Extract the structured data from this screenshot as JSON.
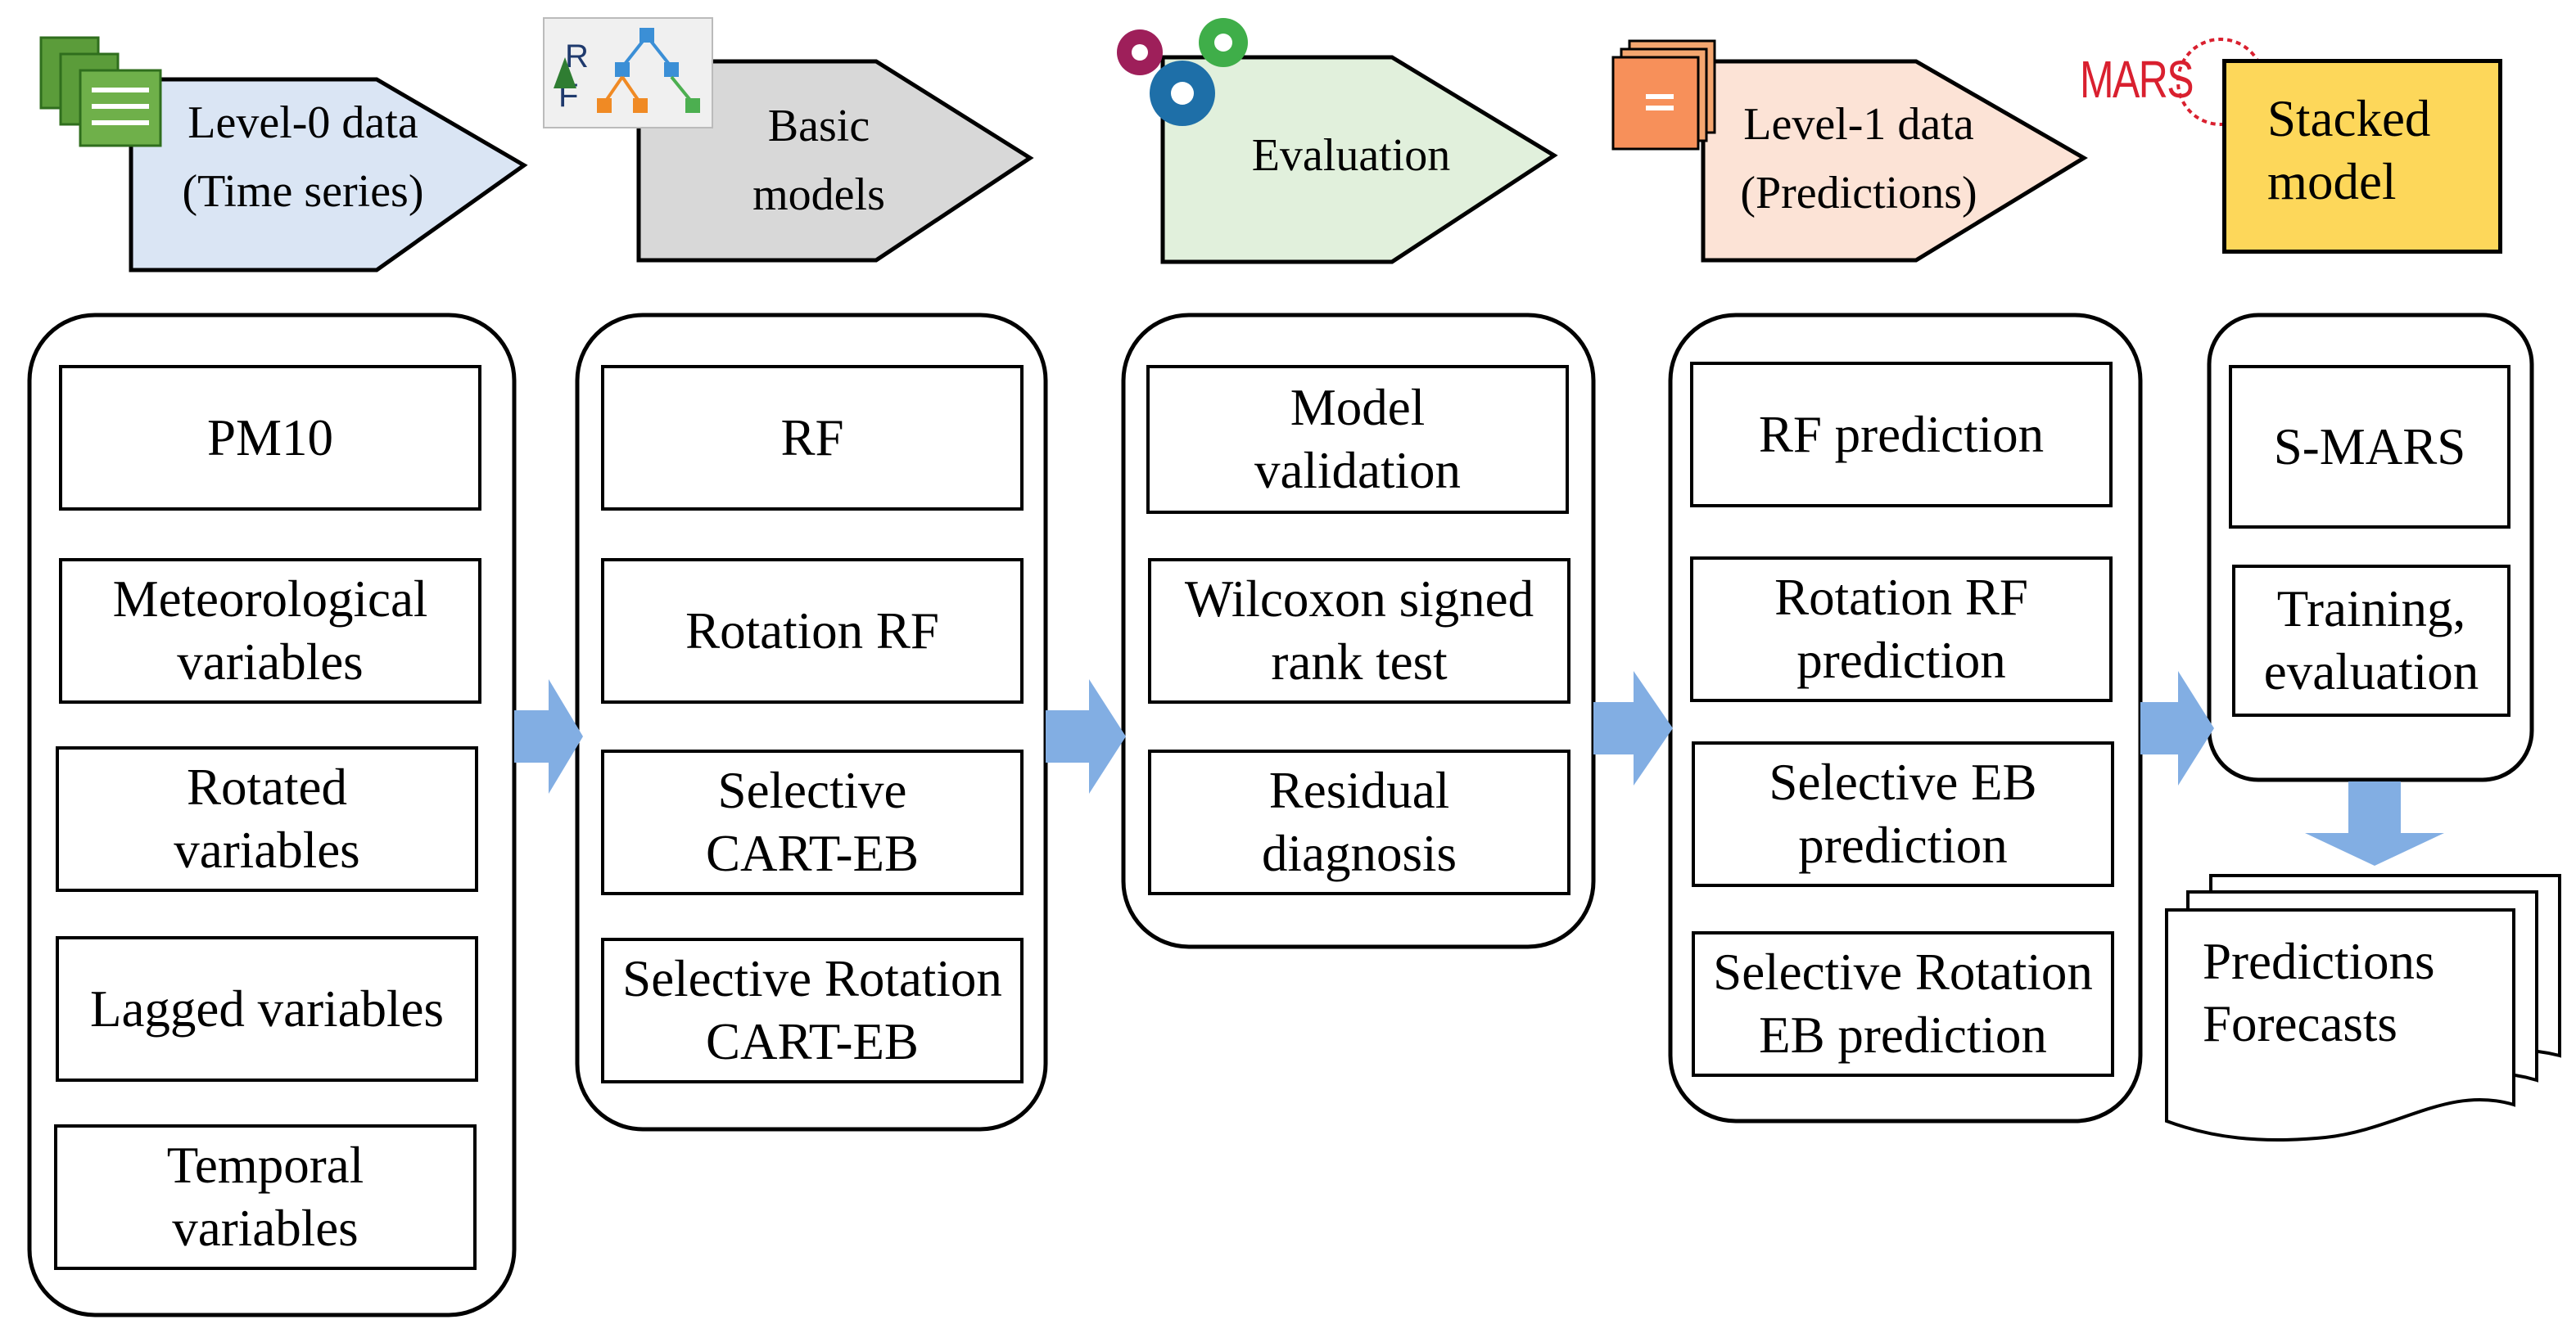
{
  "stages": [
    {
      "title": "Level-0 data\n(Time series)",
      "icon": "document-stack-icon"
    },
    {
      "title": "Basic\nmodels",
      "icon": "rf-tree-icon"
    },
    {
      "title": "Evaluation",
      "icon": "gears-icon"
    },
    {
      "title": "Level-1 data\n(Predictions)",
      "icon": "orange-document-icon"
    },
    {
      "title": "Stacked\nmodel",
      "icon": "mars-logo"
    }
  ],
  "mars_logo_text": "MARS",
  "columns": [
    {
      "items": [
        "PM10",
        "Meteorological\nvariables",
        "Rotated\nvariables",
        "Lagged variables",
        "Temporal\nvariables"
      ]
    },
    {
      "items": [
        "RF",
        "Rotation RF",
        "Selective\nCART-EB",
        "Selective Rotation\nCART-EB"
      ]
    },
    {
      "items": [
        "Model\nvalidation",
        "Wilcoxon signed\nrank test",
        "Residual\ndiagnosis"
      ]
    },
    {
      "items": [
        "RF prediction",
        "Rotation RF\nprediction",
        "Selective EB\nprediction",
        "Selective Rotation\nEB prediction"
      ]
    },
    {
      "items": [
        "S-MARS",
        "Training,\nevaluation"
      ]
    }
  ],
  "output": {
    "label": "Predictions\nForecasts",
    "icon": "multi-document-icon"
  },
  "colors": {
    "level0_header": "#dae5f4",
    "basic_header": "#d8d8d8",
    "evaluation_header": "#e1f0dc",
    "level1_header": "#fce3d6",
    "stacked_header": "#fdd75a",
    "arrow": "#82aee3"
  }
}
